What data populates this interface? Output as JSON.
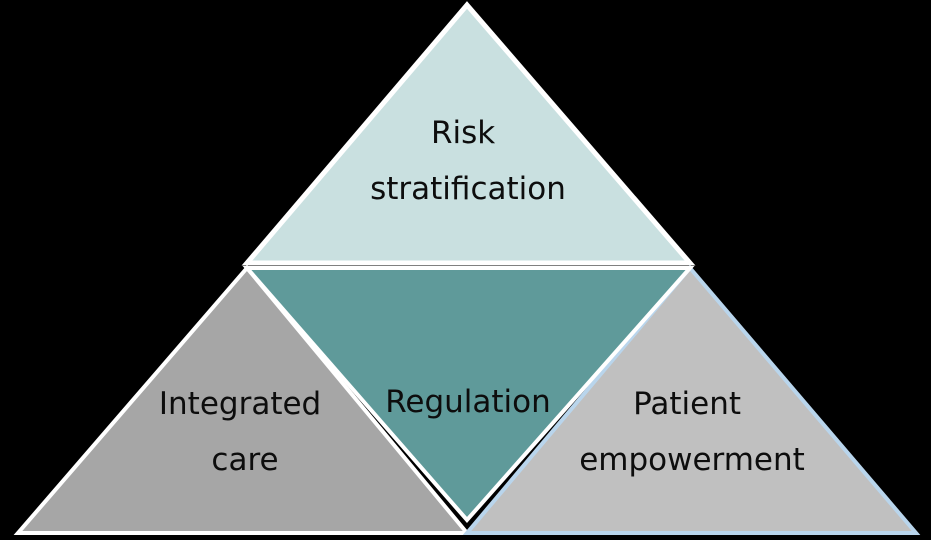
{
  "diagram": {
    "type": "segmented-pyramid",
    "title": "",
    "background_color": "#000000",
    "segments": [
      {
        "id": "risk-stratification",
        "label_lines": [
          "Risk",
          "stratification"
        ],
        "label_full": "Risk stratification",
        "fill_color": "#c9e0e0",
        "stroke_color": "#ffffff",
        "text_color": "#0d0d0d",
        "position": "top"
      },
      {
        "id": "regulation",
        "label_lines": [
          "Regulation"
        ],
        "label_full": "Regulation",
        "fill_color": "#5f9a9a",
        "stroke_color": "#ffffff",
        "text_color": "#0d0d0d",
        "position": "center"
      },
      {
        "id": "integrated-care",
        "label_lines": [
          "Integrated",
          "care"
        ],
        "label_full": "Integrated care",
        "fill_color": "#a6a6a6",
        "stroke_color": "#ffffff",
        "text_color": "#0d0d0d",
        "position": "bottom-left"
      },
      {
        "id": "patient-empowerment",
        "label_lines": [
          "Patient",
          "empowerment"
        ],
        "label_full": "Patient empowerment",
        "fill_color": "#c0c0c0",
        "stroke_color": "#b9d5ec",
        "text_color": "#0d0d0d",
        "position": "bottom-right"
      }
    ]
  }
}
